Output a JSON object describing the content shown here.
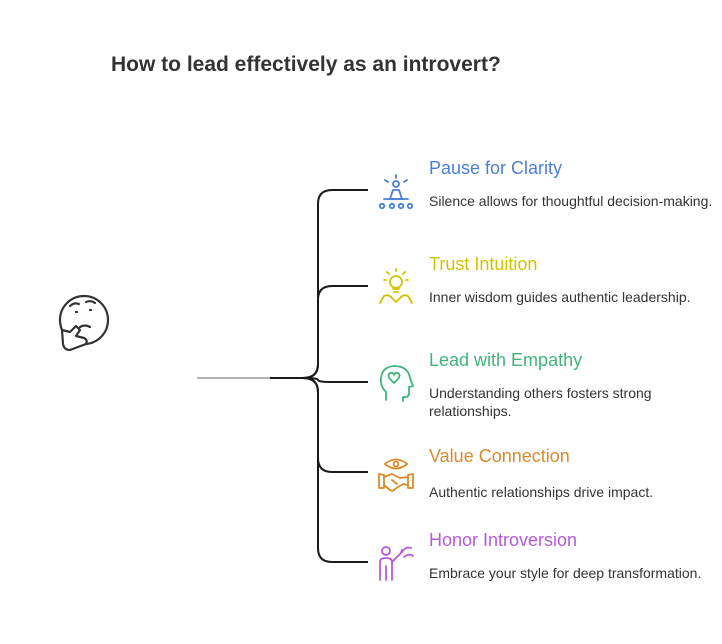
{
  "title": "How to lead effectively as an introvert?",
  "items": [
    {
      "title": "Pause for Clarity",
      "description": "Silence allows for thoughtful decision-making.",
      "color": "#4a7fd4",
      "icon": "meditation-icon"
    },
    {
      "title": "Trust Intuition",
      "description": "Inner wisdom guides authentic leadership.",
      "color": "#d4c200",
      "icon": "lightbulb-hands-icon"
    },
    {
      "title": "Lead with Empathy",
      "description": "Understanding others fosters strong relationships.",
      "color": "#3fb57a",
      "icon": "head-heart-icon"
    },
    {
      "title": "Value Connection",
      "description": "Authentic relationships drive impact.",
      "color": "#d98a2b",
      "icon": "eye-handshake-icon"
    },
    {
      "title": "Honor Introversion",
      "description": "Embrace your style for deep transformation.",
      "color": "#b75ad9",
      "icon": "person-speaking-icon"
    }
  ],
  "central_icon": "thinking-face-icon"
}
